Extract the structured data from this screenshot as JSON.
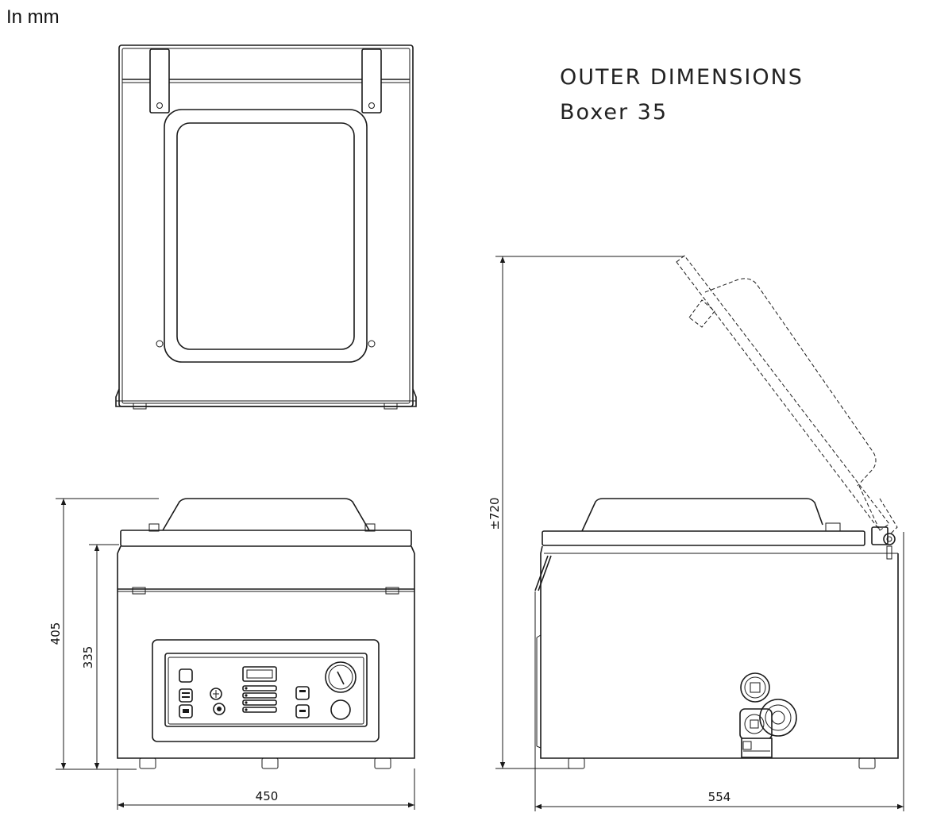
{
  "units_label": "In  mm",
  "title": {
    "line1": "OUTER DIMENSIONS",
    "line2": "Boxer 35"
  },
  "dimensions": {
    "front_width": "450",
    "front_total_height": "405",
    "front_body_height": "335",
    "side_depth": "554",
    "side_open_height": "±720"
  }
}
